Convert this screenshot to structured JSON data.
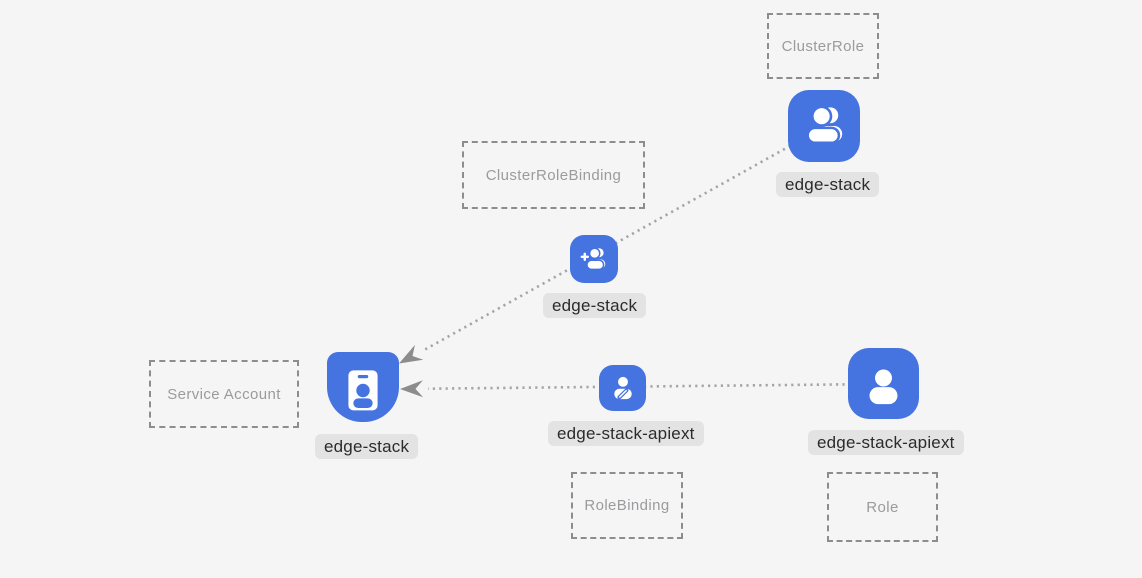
{
  "canvas": {
    "background": "#f5f5f6",
    "node_color": "#4573df",
    "line_color": "#a5a5a5",
    "arrow_color": "#8c8c8c",
    "box_border_color": "#8d8d8d",
    "box_text_color": "#9a9b9d",
    "chip_bg_color": "#e3e3e4",
    "chip_text_color": "#2b2b2b"
  },
  "type_boxes": [
    {
      "label": "ClusterRole"
    },
    {
      "label": "ClusterRoleBinding"
    },
    {
      "label": "Service Account"
    },
    {
      "label": "RoleBinding"
    },
    {
      "label": "Role"
    }
  ],
  "nodes": [
    {
      "label": "edge-stack",
      "kind": "ClusterRole",
      "icon": "users-icon"
    },
    {
      "label": "edge-stack",
      "kind": "ClusterRoleBinding",
      "icon": "user-add-icon"
    },
    {
      "label": "edge-stack",
      "kind": "ServiceAccount",
      "icon": "id-badge-icon"
    },
    {
      "label": "edge-stack-apiext",
      "kind": "RoleBinding",
      "icon": "user-edit-icon"
    },
    {
      "label": "edge-stack-apiext",
      "kind": "Role",
      "icon": "user-icon"
    }
  ],
  "edges": [
    {
      "from": "edge-stack (ClusterRole)",
      "via": "edge-stack (ClusterRoleBinding)",
      "to": "edge-stack (ServiceAccount)",
      "style": "dotted, arrow at target"
    },
    {
      "from": "edge-stack-apiext (Role)",
      "via": "edge-stack-apiext (RoleBinding)",
      "to": "edge-stack (ServiceAccount)",
      "style": "dotted, arrow at target"
    }
  ]
}
